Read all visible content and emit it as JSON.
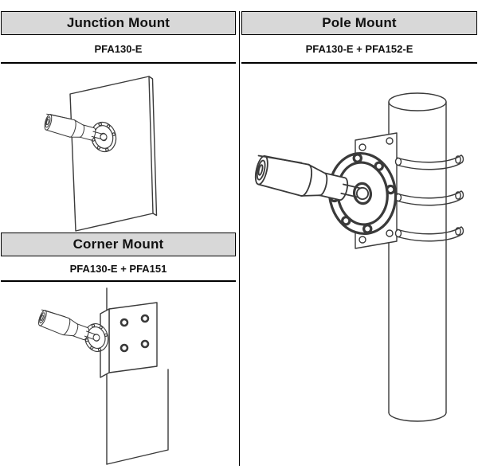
{
  "colors": {
    "header_bg": "#d8d8d8",
    "border": "#000000",
    "art_stroke": "#3a3a3a"
  },
  "sections": {
    "junction": {
      "title": "Junction Mount",
      "model": "PFA130-E",
      "illustration": "bullet-camera-on-wall-junction-box"
    },
    "pole": {
      "title": "Pole Mount",
      "model": "PFA130-E + PFA152-E",
      "illustration": "bullet-camera-on-pole-with-straps"
    },
    "corner": {
      "title": "Corner Mount",
      "model": "PFA130-E + PFA151",
      "illustration": "bullet-camera-on-corner-bracket"
    }
  }
}
